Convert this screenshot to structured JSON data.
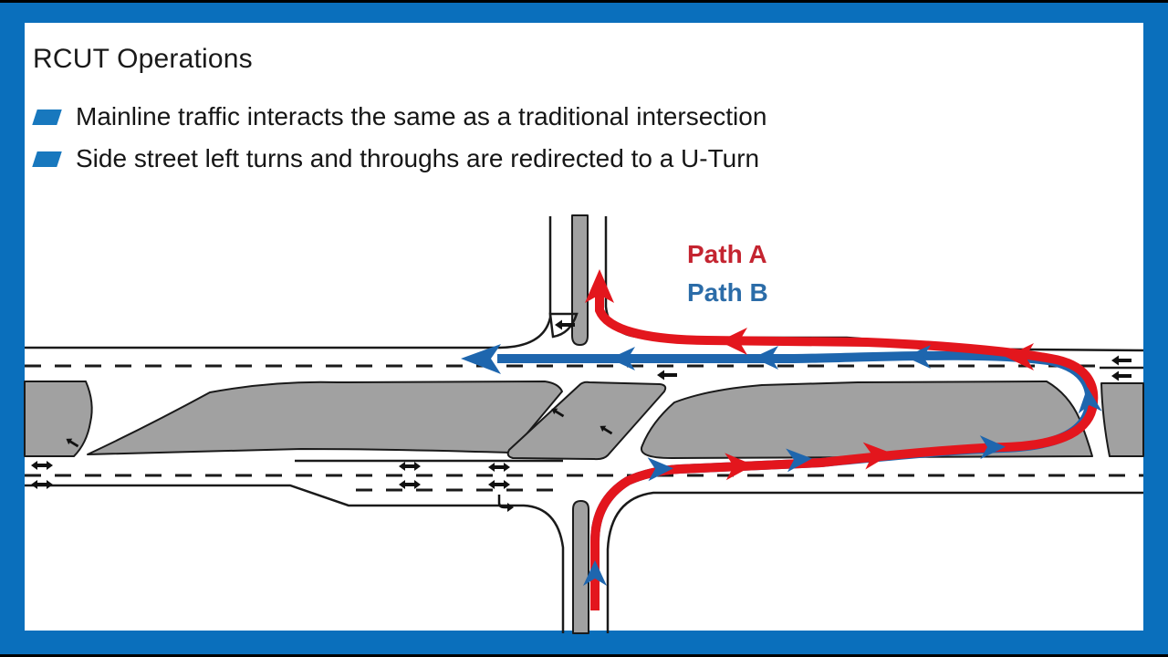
{
  "slide": {
    "title": "RCUT Operations",
    "bullets": [
      "Mainline traffic interacts the same as a traditional intersection",
      "Side street left turns and throughs are redirected to a U-Turn"
    ],
    "legend": {
      "path_a": "Path A",
      "path_b": "Path B"
    },
    "colors": {
      "frame_blue": "#0A6FBC",
      "bullet_blue": "#1878BE",
      "path_a_red": "#E3161D",
      "path_a_label": "#C42430",
      "path_b_blue": "#1E66AE",
      "path_b_label": "#2B6CA8",
      "median_gray": "#A1A1A1",
      "road_line": "#1A1A1A",
      "pavement_marking": "#111111"
    }
  }
}
